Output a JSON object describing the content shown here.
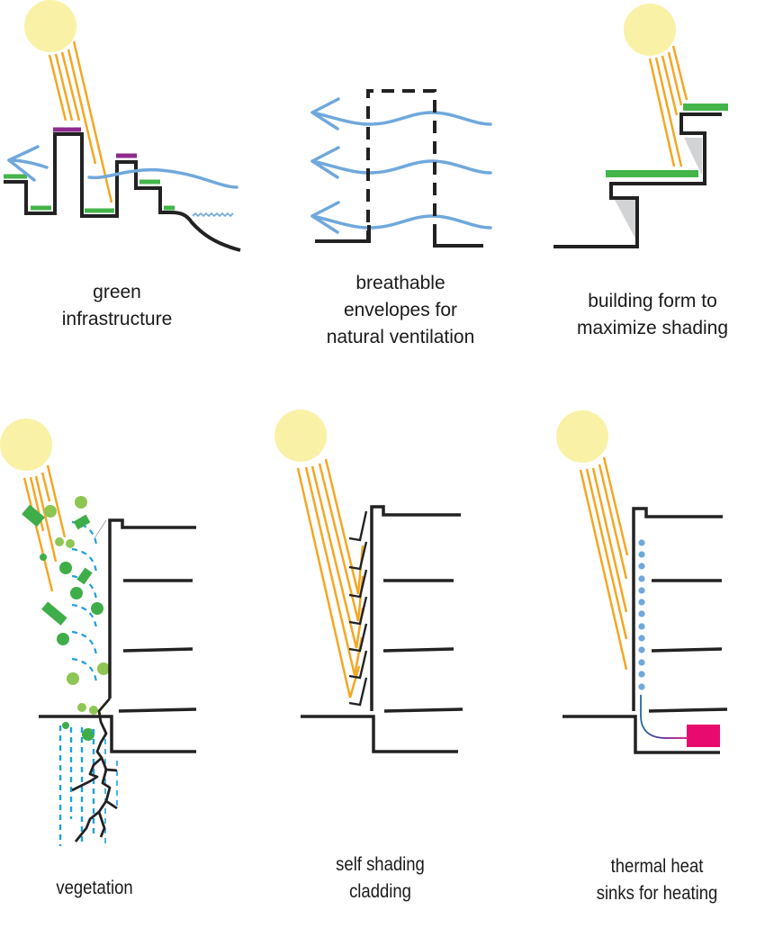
{
  "colors": {
    "sun": "#f9f1a5",
    "ray": "#f5a623",
    "wind": "#6fa8dc",
    "structure": "#222222",
    "green_roof": "#43b549",
    "purple_roof": "#8e2a8e",
    "shadow": "#d2d3d5",
    "leaf_dark": "#3fae49",
    "leaf_light": "#8dc653",
    "water": "#1fa0dc",
    "heat_dot": "#6fa8dc",
    "heat_sink": "#e80a6e"
  },
  "panels": [
    {
      "id": "green-infrastructure",
      "caption": [
        "green",
        "infrastructure"
      ]
    },
    {
      "id": "breathable-envelopes",
      "caption": [
        "breathable",
        "envelopes for",
        "natural ventilation"
      ]
    },
    {
      "id": "building-form",
      "caption": [
        "building form to",
        "maximize shading"
      ]
    },
    {
      "id": "vegetation",
      "caption": [
        "vegetation"
      ]
    },
    {
      "id": "self-shading",
      "caption": [
        "self shading",
        "cladding"
      ]
    },
    {
      "id": "thermal-heat-sinks",
      "caption": [
        "thermal heat",
        "sinks for heating"
      ]
    }
  ]
}
